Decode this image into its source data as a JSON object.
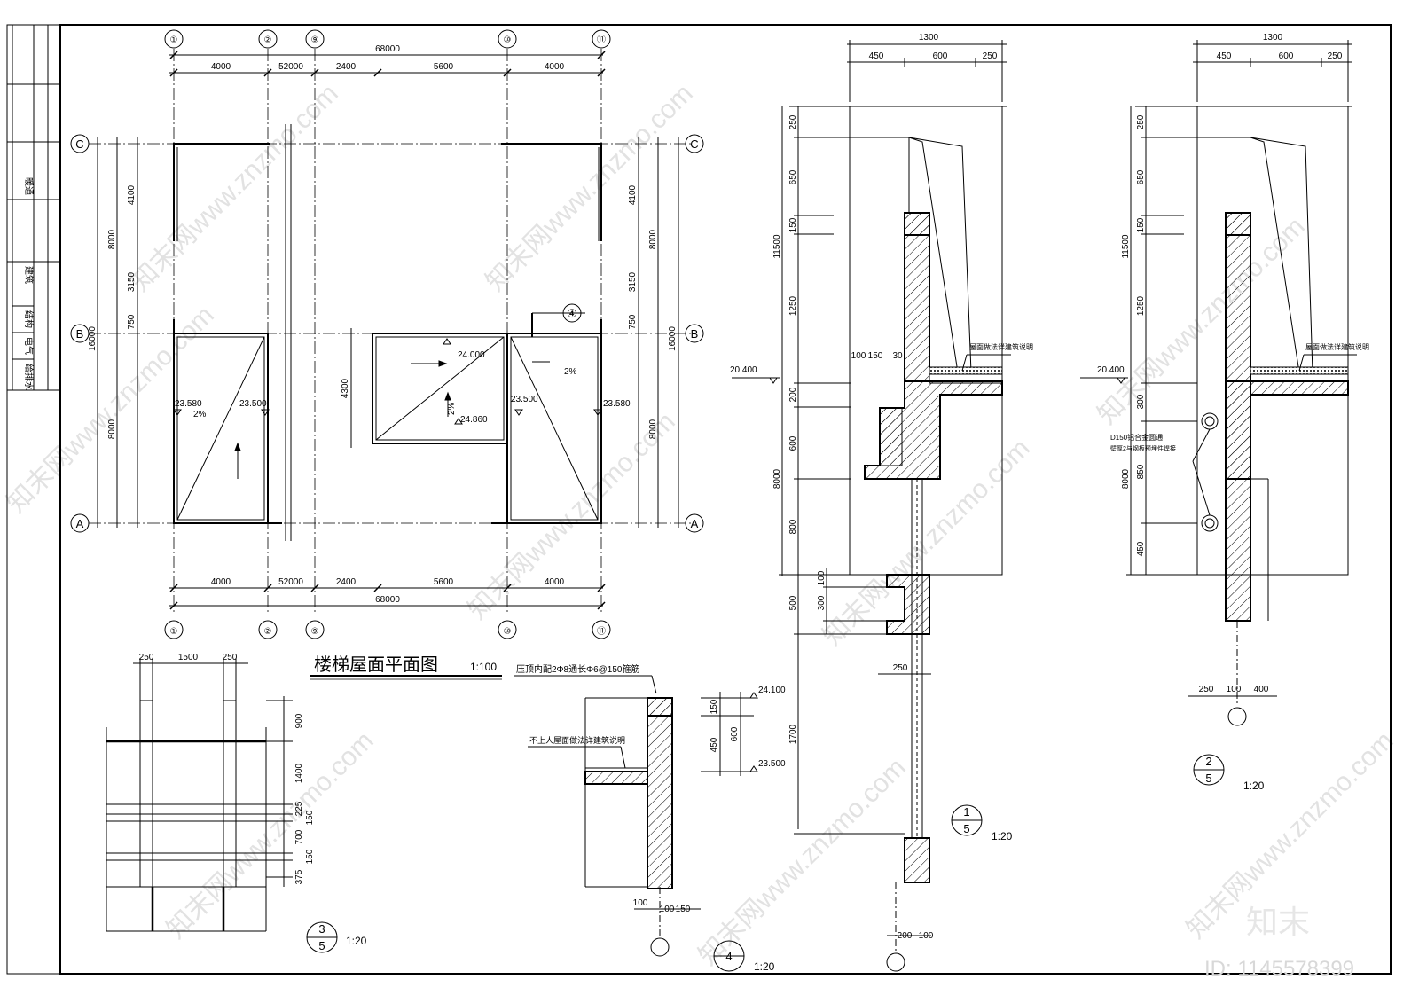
{
  "title_block": {
    "cells": [
      "建筑",
      "结构",
      "电气",
      "给排水",
      "暖通"
    ]
  },
  "plan": {
    "title": "楼梯屋面平面图",
    "scale": "1:100",
    "grid_top": [
      "①",
      "②",
      "⑨",
      "⑩",
      "⑪"
    ],
    "grid_rows": [
      "C",
      "B",
      "A"
    ],
    "overall_width": "68000",
    "dims_x": [
      "4000",
      "52000",
      "2400",
      "5600",
      "4000"
    ],
    "dims_y_left": [
      "4100",
      "3150",
      "750",
      "8000"
    ],
    "dims_y_outer": [
      "8000",
      "16000",
      "8000"
    ],
    "height_4300": "4300",
    "levels": [
      "23.580",
      "23.500",
      "24.000",
      "24.860",
      "23.500",
      "23.580"
    ],
    "slopes": [
      "2%",
      "2%",
      "2%"
    ],
    "section_mark": "④"
  },
  "detail1": {
    "top_dims": [
      "1300",
      "450",
      "600",
      "250"
    ],
    "v_dims": [
      "250",
      "650",
      "150",
      "1250",
      "200",
      "600",
      "800",
      "500",
      "300",
      "100",
      "1700",
      "11500",
      "8000"
    ],
    "mid_dims": [
      "100",
      "150",
      "30"
    ],
    "bottom_dims": [
      "250",
      "200",
      "100"
    ],
    "level": "20.400",
    "note": "屋面做法详建筑说明",
    "label_top": "1",
    "label_bottom": "5",
    "scale": "1:20"
  },
  "detail2": {
    "top_dims": [
      "1300",
      "450",
      "600",
      "250"
    ],
    "v_dims": [
      "250",
      "650",
      "150",
      "1250",
      "300",
      "850",
      "450",
      "11500",
      "8000"
    ],
    "bottom_dims": [
      "250",
      "100",
      "400"
    ],
    "level": "20.400",
    "note": "屋面做法详建筑说明",
    "note2_line1": "D150铝合金圆通",
    "note2_line2": "壁厚2与钢板预埋件焊接",
    "label_top": "2",
    "label_bottom": "5",
    "scale": "1:20"
  },
  "detail3": {
    "top_dims": [
      "250",
      "1500",
      "250"
    ],
    "v_dims": [
      "900",
      "1400",
      "225",
      "150",
      "700",
      "150",
      "375"
    ],
    "label_top": "3",
    "label_bottom": "5",
    "scale": "1:20"
  },
  "detail4": {
    "note_top": "压顶内配2Φ8通长Φ6@150箍筋",
    "note_mid": "不上人屋面做法详建筑说明",
    "levels": [
      "24.100",
      "23.500"
    ],
    "v_dims": [
      "150",
      "600",
      "450"
    ],
    "bottom_dims": [
      "100",
      "100",
      "150"
    ],
    "label": "4",
    "scale": "1:20"
  },
  "watermark": {
    "text": "知末网www.znzmo.com",
    "stamp": "知末",
    "id": "ID: 1145578399"
  }
}
